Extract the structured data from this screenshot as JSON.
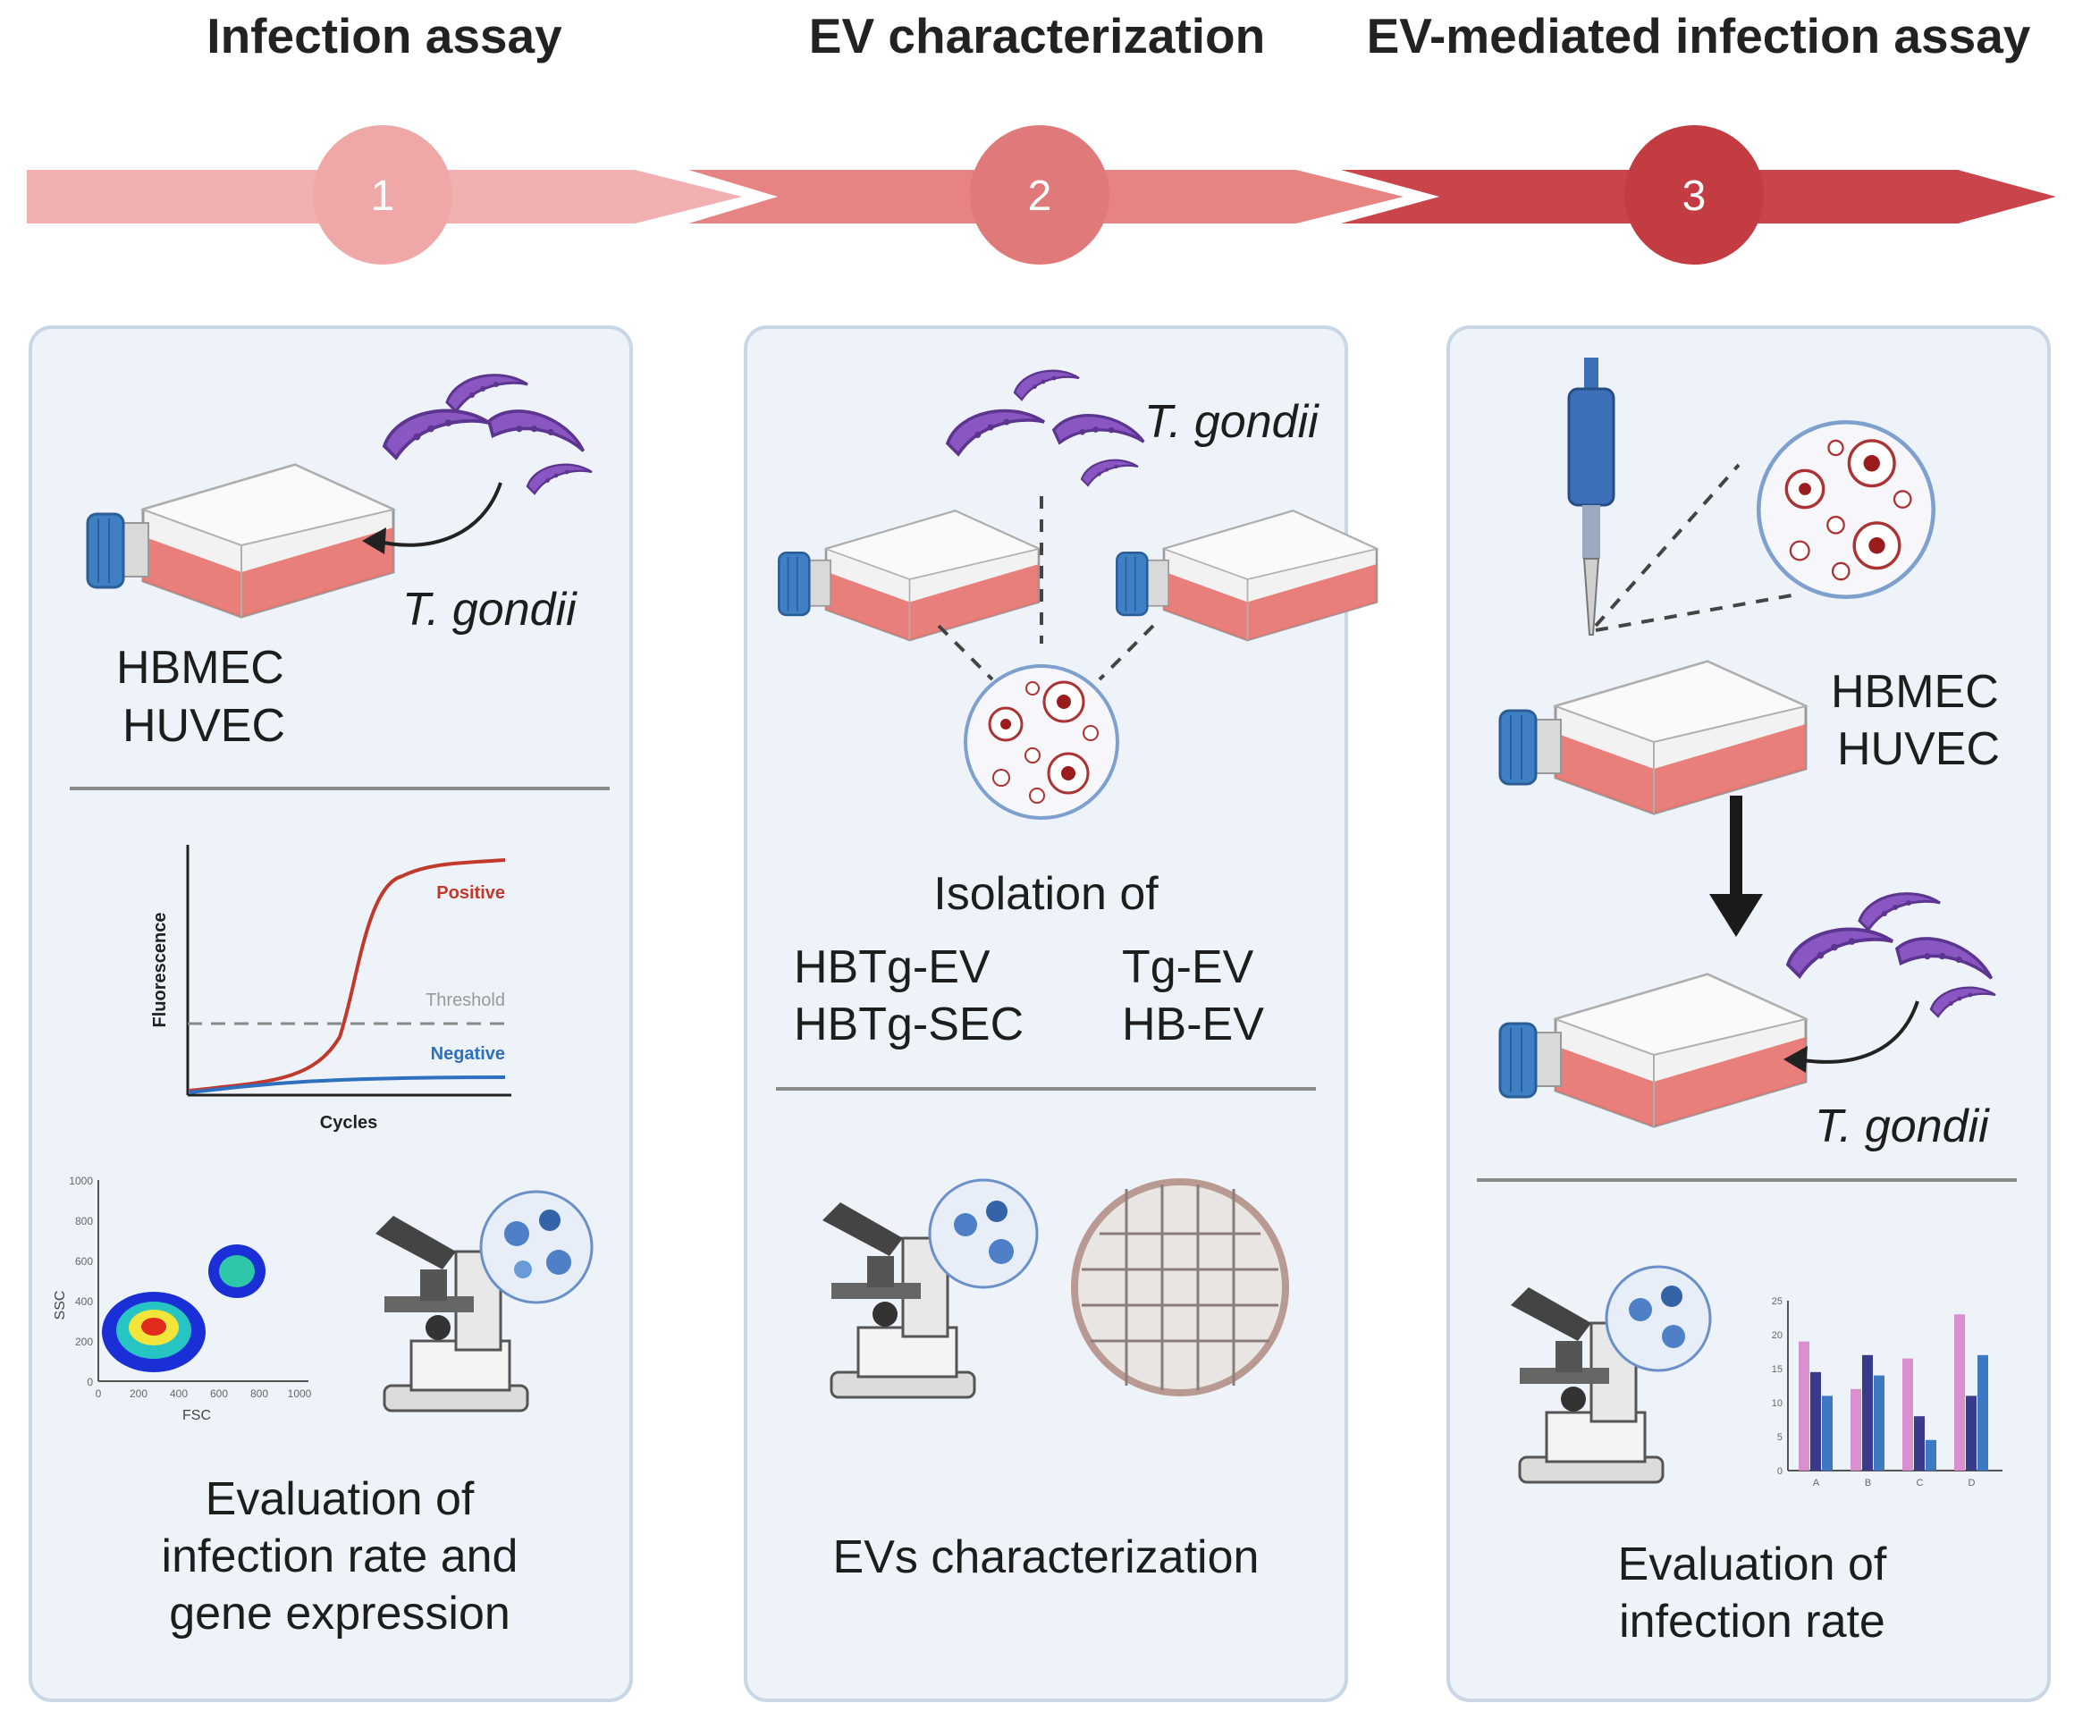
{
  "steps": [
    {
      "number": "1",
      "title": "Infection assay"
    },
    {
      "number": "2",
      "title": "EV characterization"
    },
    {
      "number": "3",
      "title": "EV-mediated infection assay"
    }
  ],
  "panel1": {
    "parasite_label": "T. gondii",
    "cell_lines": [
      "HBMEC",
      "HUVEC"
    ],
    "qpcr": {
      "positive": "Positive",
      "threshold": "Threshold",
      "negative": "Negative",
      "ylabel": "Fluorescence",
      "xlabel": "Cycles"
    },
    "flow": {
      "xlabel": "FSC",
      "ylabel": "SSC",
      "yticks": [
        "1000",
        "800",
        "600",
        "400",
        "200",
        "0"
      ],
      "xticks": [
        "0",
        "200",
        "400",
        "600",
        "800",
        "1000"
      ]
    },
    "caption": [
      "Evaluation of",
      "infection rate and",
      "gene expression"
    ]
  },
  "panel2": {
    "parasite_label": "T. gondii",
    "isolation_title": "Isolation of",
    "ev_types": [
      "HBTg-EV",
      "HBTg-SEC",
      "Tg-EV",
      "HB-EV"
    ],
    "caption": "EVs characterization"
  },
  "panel3": {
    "cell_lines": [
      "HBMEC",
      "HUVEC"
    ],
    "parasite_label": "T. gondii",
    "caption": [
      "Evaluation of",
      "infection rate"
    ],
    "bar_chart": {
      "type": "bar",
      "categories": [
        "A",
        "B",
        "C",
        "D"
      ],
      "series": [
        {
          "color": "#d98fd0",
          "values": [
            19,
            12,
            16.5,
            23
          ]
        },
        {
          "color": "#3a3a8c",
          "values": [
            14.5,
            17,
            8,
            11
          ]
        },
        {
          "color": "#3d78c2",
          "values": [
            11,
            14,
            4.5,
            17
          ]
        }
      ],
      "yticks": [
        "25",
        "20",
        "15",
        "10",
        "5",
        "0"
      ],
      "ylim": [
        0,
        25
      ]
    }
  },
  "colors": {
    "arrow1": "#f2b1b1",
    "arrow2": "#e68383",
    "arrow3": "#c9454b",
    "circle1": "#f0a7a7",
    "circle2": "#e07a7a",
    "circle3": "#c33c42",
    "parasite": "#8a56c2",
    "flask_red": "#e8726e",
    "cap_blue": "#3f7fc4"
  }
}
